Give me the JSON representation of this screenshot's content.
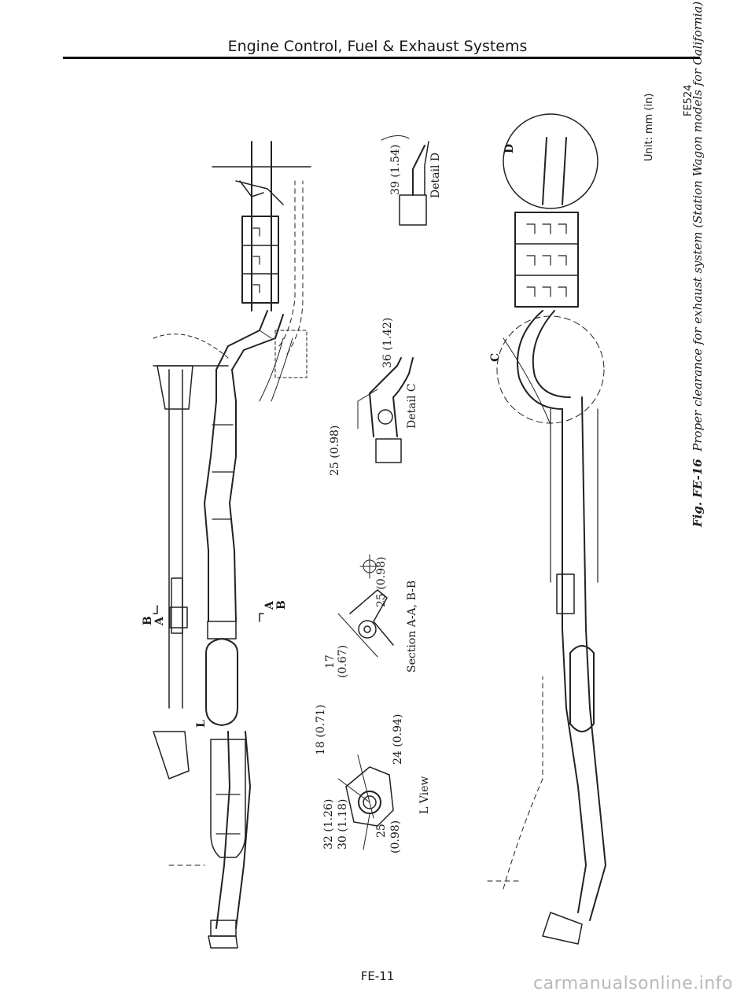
{
  "header": {
    "title": "Engine Control, Fuel & Exhaust Systems"
  },
  "footer": {
    "page_number": "FE-11"
  },
  "watermark": {
    "text": "carmanualsonline.info"
  },
  "figure": {
    "caption_number": "Fig. FE-16",
    "caption_text": "Proper clearance for exhaust system (Station Wagon models for California)",
    "code": "FE524",
    "unit": "Unit: mm (in)"
  },
  "views": {
    "l_view": "L View",
    "section_ab": "Section A-A, B-B",
    "detail_c": "Detail C",
    "detail_d": "Detail D"
  },
  "dimensions": {
    "d18": "18 (0.71)",
    "d32": "32 (1.26)",
    "d30": "30 (1.18)",
    "d24": "24 (0.94)",
    "d25_l": "25",
    "d25_l_in": "(0.98)",
    "d17": "17",
    "d17_in": "(0.67)",
    "d25_s": "25 (0.98)",
    "d25_c": "25 (0.98)",
    "d36": "36 (1.42)",
    "d39": "39 (1.54)"
  },
  "markers": {
    "a": "A",
    "b": "B",
    "c": "C",
    "d": "D",
    "l": "L"
  }
}
